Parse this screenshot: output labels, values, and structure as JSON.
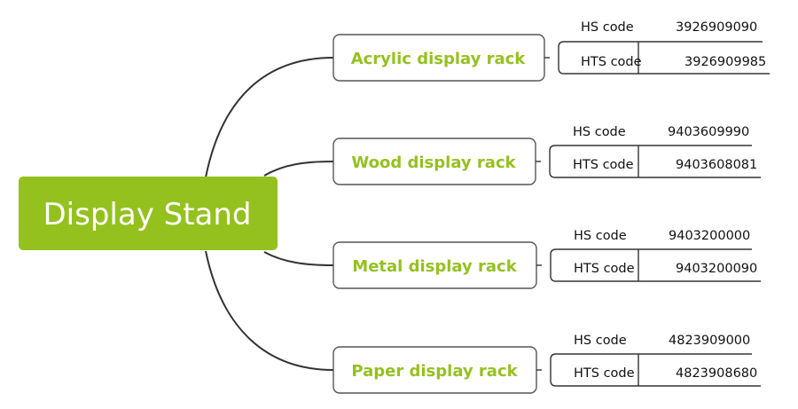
{
  "root": {
    "label": "Display Stand",
    "color": "#95c11f"
  },
  "branch_color": "#95c11f",
  "branches": [
    {
      "label": "Acrylic display rack",
      "codes": [
        {
          "type": "HS code",
          "value": "3926909090"
        },
        {
          "type": "HTS code",
          "value": "3926909985"
        }
      ]
    },
    {
      "label": "Wood display rack",
      "codes": [
        {
          "type": "HS code",
          "value": "9403609990"
        },
        {
          "type": "HTS code",
          "value": "9403608081"
        }
      ]
    },
    {
      "label": "Metal display rack",
      "codes": [
        {
          "type": "HS code",
          "value": "9403200000"
        },
        {
          "type": "HTS code",
          "value": "9403200090"
        }
      ]
    },
    {
      "label": "Paper display rack",
      "codes": [
        {
          "type": "HS code",
          "value": "4823909000"
        },
        {
          "type": "HTS code",
          "value": "4823908680"
        }
      ]
    }
  ]
}
